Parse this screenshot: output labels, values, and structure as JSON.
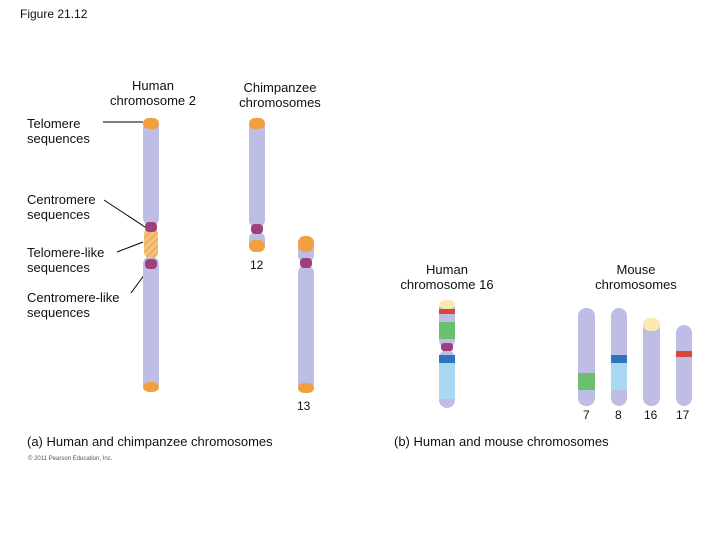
{
  "figure_title": "Figure 21.12",
  "copyright": "© 2011 Pearson Education, Inc.",
  "panel_a": {
    "human_chr2_label": "Human\nchromosome 2",
    "chimp_label": "Chimpanzee\nchromosomes",
    "telomere_label": "Telomere\nsequences",
    "centromere_label": "Centromere\nsequences",
    "telomere_like_label": "Telomere-like\nsequences",
    "centromere_like_label": "Centromere-like\nsequences",
    "chimp_chr_top_number": "12",
    "chimp_chr_bottom_number": "13",
    "caption": "(a) Human and chimpanzee chromosomes"
  },
  "panel_b": {
    "human_chr16_label": "Human\nchromosome 16",
    "mouse_label": "Mouse\nchromosomes",
    "mouse_numbers": [
      "7",
      "8",
      "16",
      "17"
    ],
    "caption": "(b) Human and mouse chromosomes"
  },
  "colors": {
    "chromosome_body": "#bdbde6",
    "telomere": "#f0a040",
    "centromere": "#a0407a",
    "telomere_like_hatch": "#f5c27a",
    "green_band": "#6cbf6c",
    "blue_band": "#2f74b8",
    "light_blue_band": "#a8d8f2",
    "cream_band": "#faeab0",
    "red_band": "#d9453a"
  }
}
